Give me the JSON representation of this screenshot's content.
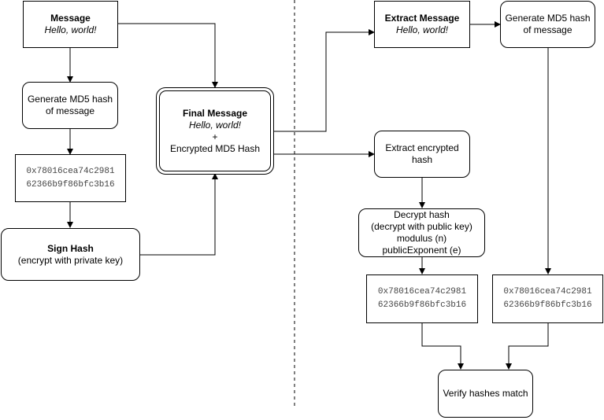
{
  "message": {
    "title": "Message",
    "text": "Hello, world!"
  },
  "gen_md5_left": {
    "line1": "Generate MD5 hash",
    "line2": "of message"
  },
  "hash_left": {
    "line1": "0x78016cea74c2981",
    "line2": "62366b9f86bfc3b16"
  },
  "sign_hash": {
    "title": "Sign Hash",
    "subtitle": "(encrypt with private key)"
  },
  "final_message": {
    "title": "Final Message",
    "text": "Hello, world!",
    "plus": "+",
    "hash_label": "Encrypted MD5 Hash"
  },
  "extract_message": {
    "title": "Extract Message",
    "text": "Hello, world!"
  },
  "gen_md5_right": {
    "line1": "Generate MD5 hash",
    "line2": "of message"
  },
  "extract_hash": {
    "line1": "Extract encrypted",
    "line2": "hash"
  },
  "decrypt_hash": {
    "line1": "Decrypt hash",
    "line2": "(decrypt with public key)",
    "line3": "modulus (n)",
    "line4": "publicExponent (e)"
  },
  "hash_mid": {
    "line1": "0x78016cea74c2981",
    "line2": "62366b9f86bfc3b16"
  },
  "hash_right": {
    "line1": "0x78016cea74c2981",
    "line2": "62366b9f86bfc3b16"
  },
  "verify": {
    "text": "Verify hashes match"
  }
}
